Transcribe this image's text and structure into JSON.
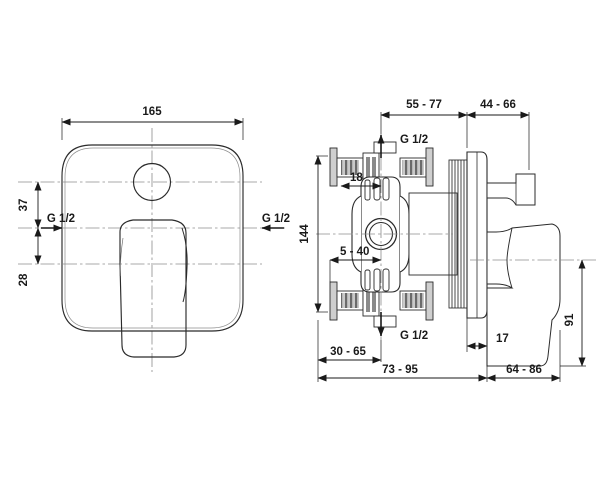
{
  "drawing": {
    "title": "Concealed bath/shower mixer dimensional drawing",
    "background_color": "#ffffff",
    "line_color": "#1a1a1a",
    "center_line_color": "#808080",
    "hatch_color": "#9a9a9a",
    "views": [
      {
        "name": "front-view",
        "label": ""
      },
      {
        "name": "side-section-view",
        "label": ""
      }
    ]
  },
  "front_view": {
    "width_dim": "165",
    "upper_offset_dim": "37",
    "lower_offset_dim": "28",
    "inlet_left_label": "G 1/2",
    "inlet_right_label": "G 1/2"
  },
  "side_view": {
    "top_dim_left": "55 - 77",
    "top_dim_right": "44 - 66",
    "inner_dim_18": "18",
    "inner_dim_5_40": "5 - 40",
    "height_dim_144": "144",
    "handle_height_dim_91": "91",
    "plate_thickness_dim": "17",
    "bottom_dim_30_65": "30 - 65",
    "bottom_dim_73_95": "73 - 95",
    "bottom_dim_64_86": "64 - 86",
    "inlet_top_label": "G 1/2",
    "inlet_bottom_label": "G 1/2"
  }
}
